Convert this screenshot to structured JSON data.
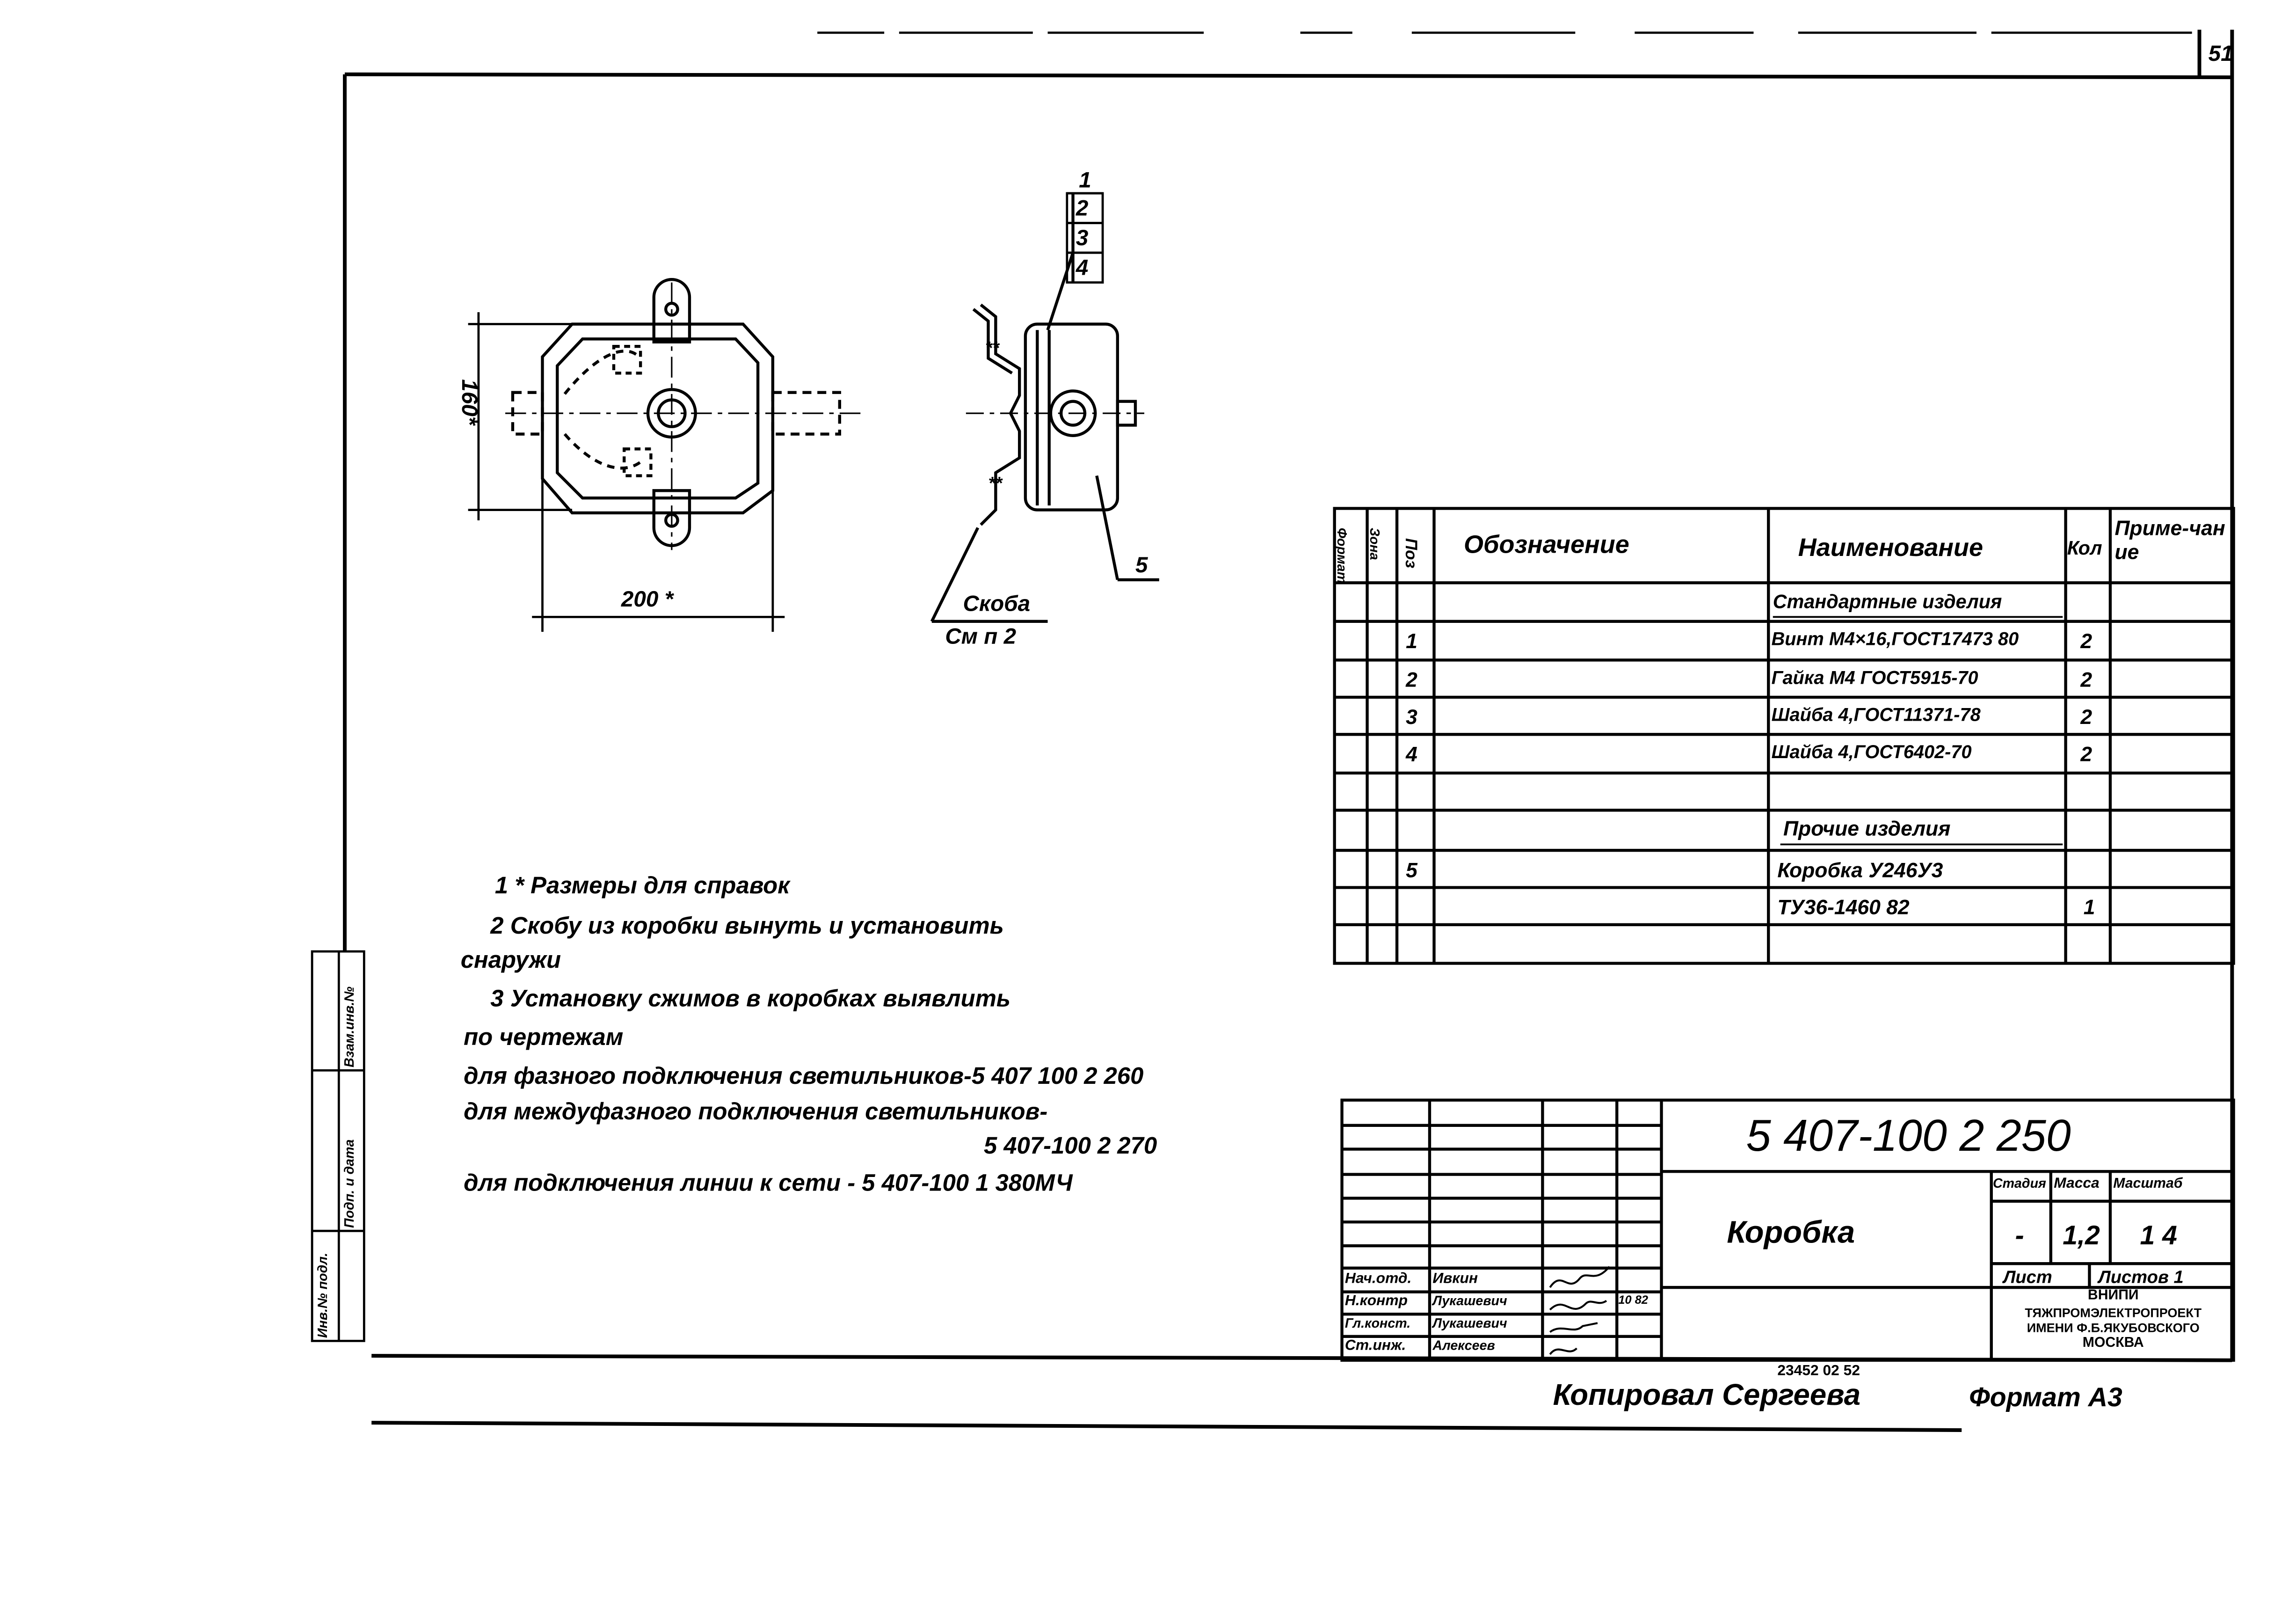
{
  "sheet_number": "51",
  "drawing": {
    "dim_height": "160*",
    "dim_width": "200 *",
    "callouts": [
      "1",
      "2",
      "3",
      "4",
      "5"
    ],
    "bracket_label": "Скоба",
    "bracket_ref": "См п 2",
    "star_marks": "**"
  },
  "spec_table": {
    "headers": {
      "format": "Формат",
      "zone": "Зона",
      "pos": "Поз",
      "designation": "Обозначение",
      "name": "Наименование",
      "qty": "Кол",
      "note": "Приме-чание"
    },
    "rows": [
      {
        "pos": "",
        "name": "Стандартные изделия",
        "qty": "",
        "section": true
      },
      {
        "pos": "1",
        "name": "Винт М4×16,ГОСТ17473 80",
        "qty": "2"
      },
      {
        "pos": "2",
        "name": "Гайка М4 ГОСТ5915-70",
        "qty": "2"
      },
      {
        "pos": "3",
        "name": "Шайба 4,ГОСТ11371-78",
        "qty": "2"
      },
      {
        "pos": "4",
        "name": "Шайба 4,ГОСТ6402-70",
        "qty": "2"
      },
      {
        "pos": "",
        "name": "",
        "qty": ""
      },
      {
        "pos": "",
        "name": "Прочие изделия",
        "qty": "",
        "section": true
      },
      {
        "pos": "5",
        "name": "Коробка У246У3",
        "qty": ""
      },
      {
        "pos": "",
        "name": "ТУ36-1460 82",
        "qty": "1"
      },
      {
        "pos": "",
        "name": "",
        "qty": ""
      }
    ]
  },
  "notes": [
    "1 * Размеры для справок",
    "2 Скобу из коробки вынуть и установить",
    "снаружи",
    "3 Установку сжимов в коробках выявлить",
    "по чертежам",
    "для фазного подключения светильников-5 407 100 2 260",
    "для междуфазного подключения светильников-",
    "5 407-100 2 270",
    "для подключения линии к сети - 5 407-100 1 380МЧ"
  ],
  "title_block": {
    "doc_number": "5 407-100 2 250",
    "title": "Коробка",
    "stage_label": "Стадия",
    "mass_label": "Масса",
    "scale_label": "Масштаб",
    "stage": "-",
    "mass": "1,2",
    "scale": "1 4",
    "sheet_label": "Лист",
    "sheets_label": "Листов 1",
    "org": [
      "ВНИПИ",
      "ТЯЖПРОМЭЛЕКТРОПРОЕКТ",
      "ИМЕНИ Ф.Б.ЯКУБОВСКОГО",
      "МОСКВА"
    ],
    "signers": [
      {
        "role": "Нач.отд.",
        "name": "Ивкин",
        "date": ""
      },
      {
        "role": "Н.контр",
        "name": "Лукашевич",
        "date": "10 82"
      },
      {
        "role": "Гл.конст.",
        "name": "Лукашевич",
        "date": ""
      },
      {
        "role": "Ст.инж.",
        "name": "Алексеев",
        "date": ""
      }
    ]
  },
  "side_stamp": [
    "Инв.№ подл.",
    "Подп. и дата",
    "Взам.инв.№"
  ],
  "footer": {
    "archive_number": "23452 02   52",
    "copied_by": "Копировал Сергеева",
    "format": "Формат А3"
  }
}
